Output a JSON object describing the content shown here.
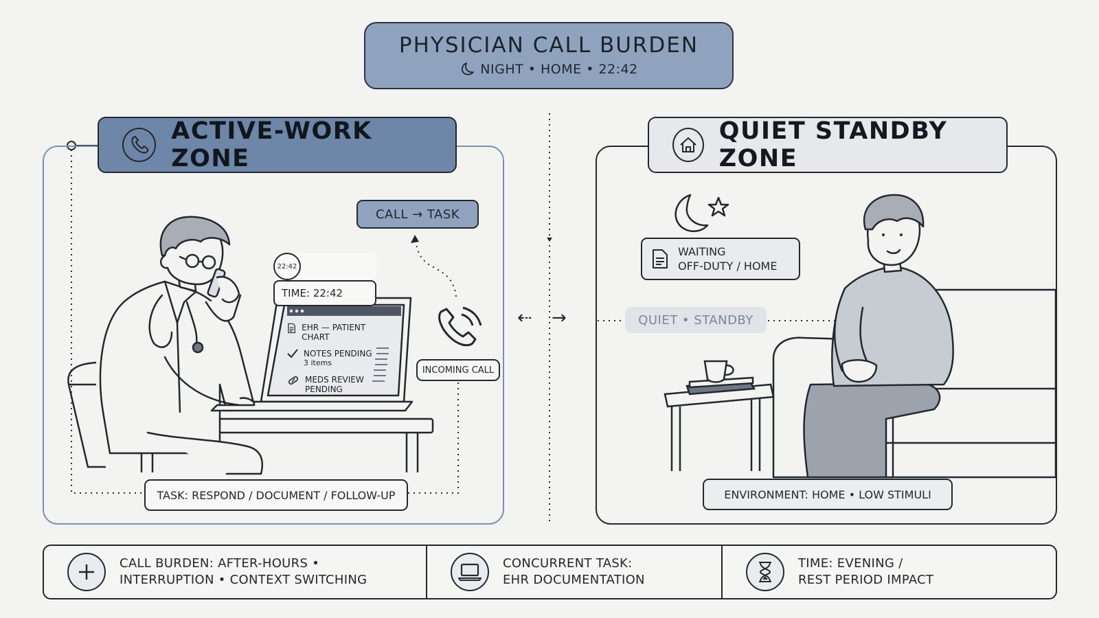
{
  "header": {
    "title": "PHYSICIAN CALL BURDEN",
    "subtitle": "NIGHT • HOME • 22:42",
    "subtitle_icon": "moon-icon"
  },
  "colors": {
    "header_fill": "#8fa3bf",
    "active_zone_fill": "#6e86a8",
    "active_zone_border": "#7b8fb0",
    "quiet_zone_fill": "#e6e8ec",
    "standby_fill": "#e0e3e8"
  },
  "active_zone": {
    "title": "ACTIVE-WORK ZONE",
    "icon": "phone-icon",
    "call_task": "CALL → TASK",
    "time": "TIME: 22:42",
    "clock_label": "22:42",
    "incoming_call": "INCOMING CALL",
    "task": "TASK: RESPOND / DOCUMENT / FOLLOW-UP",
    "ehr": {
      "title": "EHR — PATIENT CHART",
      "item1_title": "NOTES PENDING",
      "item1_detail": "3 items",
      "item2_line1": "MEDS REVIEW",
      "item2_line2": "PENDING"
    }
  },
  "quiet_zone": {
    "title": "QUIET STANDBY ZONE",
    "icon": "home-icon",
    "waiting_line1": "WAITING",
    "waiting_line2": "OFF-DUTY / HOME",
    "standby": "QUIET • STANDBY",
    "environment": "ENVIRONMENT: HOME • LOW STIMULI"
  },
  "transition_arrows": "⇠ →",
  "bottom_bar": [
    {
      "icon": "plus-icon",
      "line1": "CALL BURDEN: AFTER-HOURS •",
      "line2": "INTERRUPTION • CONTEXT SWITCHING"
    },
    {
      "icon": "laptop-icon",
      "line1": "CONCURRENT TASK:",
      "line2": "EHR DOCUMENTATION"
    },
    {
      "icon": "hourglass-icon",
      "line1": "TIME: EVENING /",
      "line2": "REST PERIOD IMPACT"
    }
  ]
}
